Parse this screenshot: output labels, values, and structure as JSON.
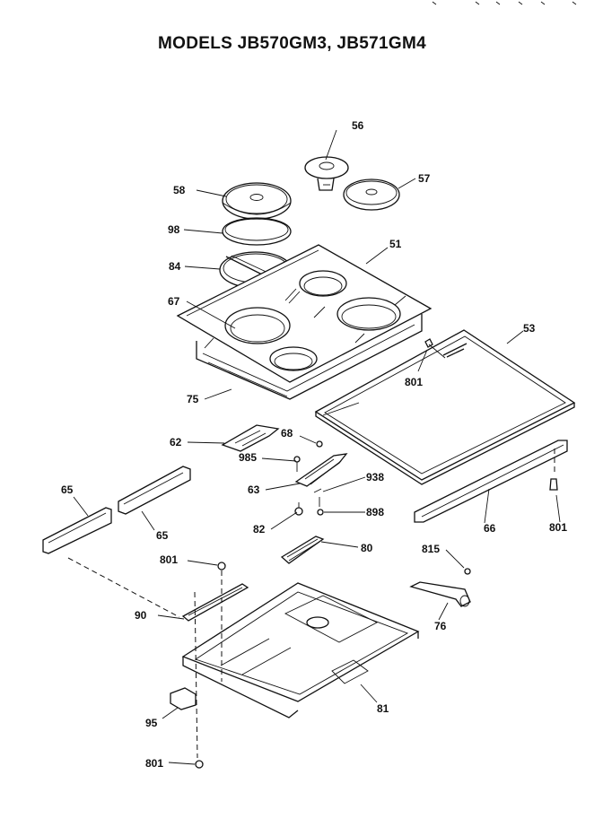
{
  "title": "MODELS JB570GM3, JB571GM4",
  "parts": [
    {
      "id": "p56",
      "label": "56"
    },
    {
      "id": "p58",
      "label": "58"
    },
    {
      "id": "p57",
      "label": "57"
    },
    {
      "id": "p98",
      "label": "98"
    },
    {
      "id": "p51",
      "label": "51"
    },
    {
      "id": "p84",
      "label": "84"
    },
    {
      "id": "p67",
      "label": "67"
    },
    {
      "id": "p53",
      "label": "53"
    },
    {
      "id": "p801a",
      "label": "801"
    },
    {
      "id": "p75",
      "label": "75"
    },
    {
      "id": "p62",
      "label": "62"
    },
    {
      "id": "p68",
      "label": "68"
    },
    {
      "id": "p985",
      "label": "985"
    },
    {
      "id": "p938",
      "label": "938"
    },
    {
      "id": "p63",
      "label": "63"
    },
    {
      "id": "p65a",
      "label": "65"
    },
    {
      "id": "p65b",
      "label": "65"
    },
    {
      "id": "p82",
      "label": "82"
    },
    {
      "id": "p898",
      "label": "898"
    },
    {
      "id": "p66",
      "label": "66"
    },
    {
      "id": "p801b",
      "label": "801"
    },
    {
      "id": "p801c",
      "label": "801"
    },
    {
      "id": "p80",
      "label": "80"
    },
    {
      "id": "p815",
      "label": "815"
    },
    {
      "id": "p90",
      "label": "90"
    },
    {
      "id": "p76",
      "label": "76"
    },
    {
      "id": "p81",
      "label": "81"
    },
    {
      "id": "p95",
      "label": "95"
    },
    {
      "id": "p801d",
      "label": "801"
    }
  ]
}
